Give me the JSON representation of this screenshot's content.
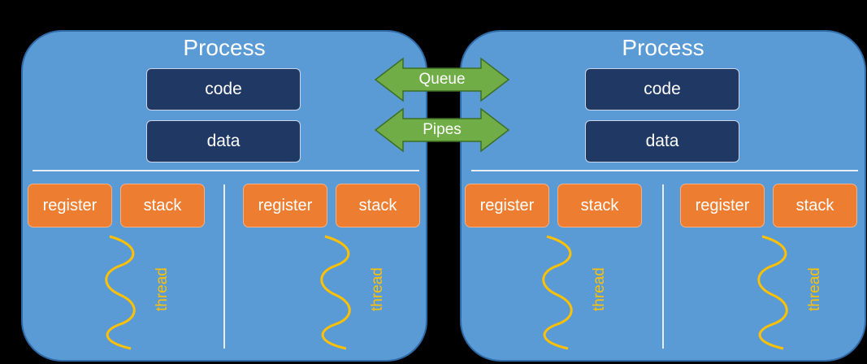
{
  "processes": [
    {
      "title": "Process",
      "code": "code",
      "data": "data",
      "threads": [
        {
          "register": "register",
          "stack": "stack",
          "label": "thread"
        },
        {
          "register": "register",
          "stack": "stack",
          "label": "thread"
        }
      ]
    },
    {
      "title": "Process",
      "code": "code",
      "data": "data",
      "threads": [
        {
          "register": "register",
          "stack": "stack",
          "label": "thread"
        },
        {
          "register": "register",
          "stack": "stack",
          "label": "thread"
        }
      ]
    }
  ],
  "connectors": {
    "queue": "Queue",
    "pipes": "Pipes"
  },
  "colors": {
    "background": "#000000",
    "process_fill": "#5b9bd5",
    "code_data_fill": "#1f3864",
    "register_stack_fill": "#ed7d31",
    "thread_color": "#ffc000",
    "arrow_fill": "#70ad47"
  }
}
